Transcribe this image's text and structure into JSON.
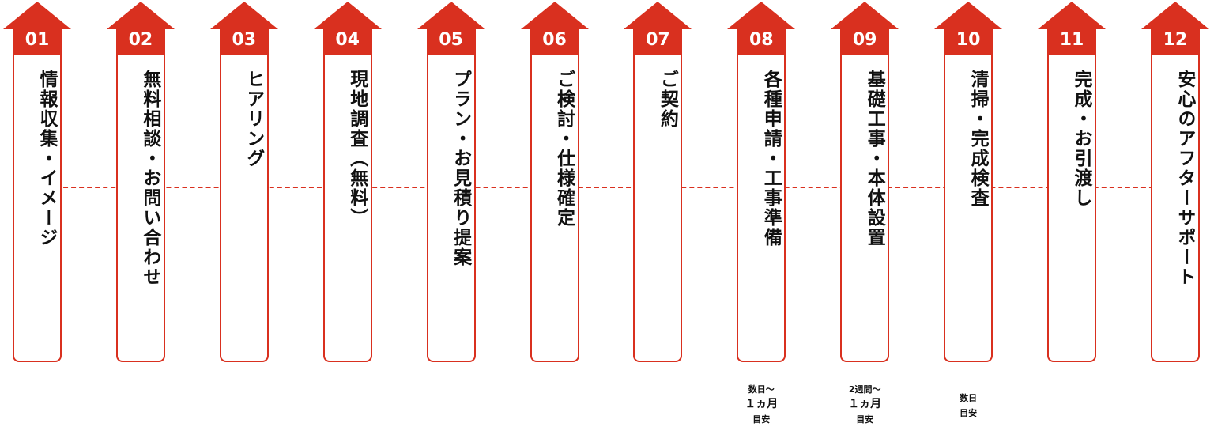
{
  "steps": [
    {
      "num": "01",
      "label": "情報収集・イメージ"
    },
    {
      "num": "02",
      "label": "無料相談・お問い合わせ"
    },
    {
      "num": "03",
      "label": "ヒアリング"
    },
    {
      "num": "04",
      "label": "現地調査（無料）"
    },
    {
      "num": "05",
      "label": "プラン・お見積り提案"
    },
    {
      "num": "06",
      "label": "ご検討・仕様確定"
    },
    {
      "num": "07",
      "label": "ご契約"
    },
    {
      "num": "08",
      "label": "各種申請・工事準備",
      "note": [
        "数日〜",
        "１ヵ月",
        "目安"
      ]
    },
    {
      "num": "09",
      "label": "基礎工事・本体設置",
      "note": [
        "2週間〜",
        "１ヵ月",
        "目安"
      ]
    },
    {
      "num": "10",
      "label": "清掃・完成検査",
      "note": [
        "数日",
        "目安"
      ]
    },
    {
      "num": "11",
      "label": "完成・お引渡し"
    },
    {
      "num": "12",
      "label": "安心のアフターサポート"
    }
  ],
  "colors": {
    "accent": "#d9301f"
  }
}
